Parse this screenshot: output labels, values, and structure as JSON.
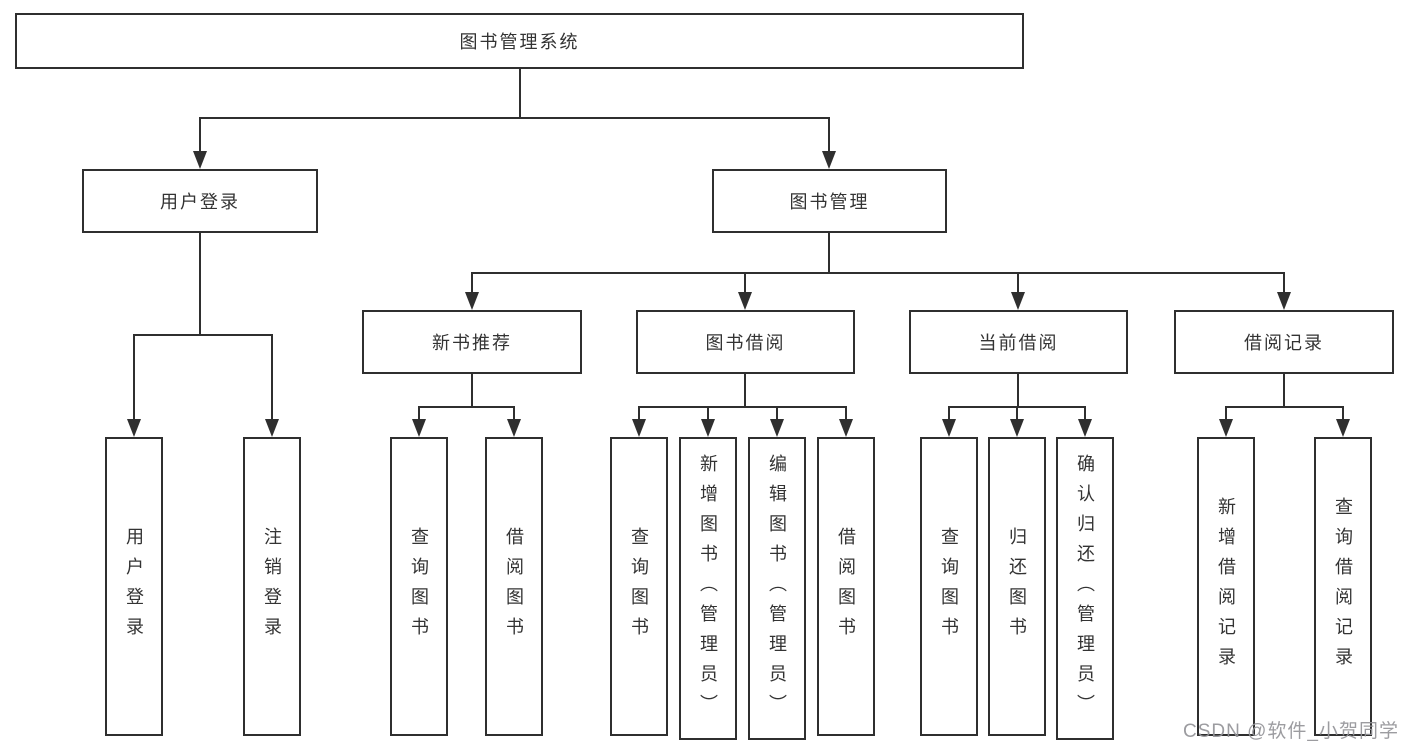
{
  "diagram": {
    "title_node": {
      "label": "图书管理系统"
    },
    "level2": [
      {
        "id": "user-login",
        "label": "用户登录"
      },
      {
        "id": "book-management",
        "label": "图书管理"
      }
    ],
    "level3": [
      {
        "id": "new-book-recommend",
        "label": "新书推荐"
      },
      {
        "id": "book-borrowing",
        "label": "图书借阅"
      },
      {
        "id": "current-borrowing",
        "label": "当前借阅"
      },
      {
        "id": "borrowing-records",
        "label": "借阅记录"
      }
    ],
    "leaves": [
      {
        "id": "user-login-leaf",
        "label": "用户登录"
      },
      {
        "id": "logout-leaf",
        "label": "注销登录"
      },
      {
        "id": "query-book-1",
        "label": "查询图书"
      },
      {
        "id": "borrow-book-1",
        "label": "借阅图书"
      },
      {
        "id": "query-book-2",
        "label": "查询图书"
      },
      {
        "id": "add-book-admin",
        "label": "新增图书（管理员）"
      },
      {
        "id": "edit-book-admin",
        "label": "编辑图书（管理员）"
      },
      {
        "id": "borrow-book-2",
        "label": "借阅图书"
      },
      {
        "id": "query-book-3",
        "label": "查询图书"
      },
      {
        "id": "return-book",
        "label": "归还图书"
      },
      {
        "id": "confirm-return-admin",
        "label": "确认归还（管理员）"
      },
      {
        "id": "add-borrow-record",
        "label": "新增借阅记录"
      },
      {
        "id": "query-borrow-record",
        "label": "查询借阅记录"
      }
    ],
    "colors": {
      "line": "#2f2f2f",
      "text": "#333333",
      "box_bg": "#ffffff"
    }
  },
  "watermark": {
    "text": "CSDN @软件_小贺同学",
    "color": "#949498"
  }
}
